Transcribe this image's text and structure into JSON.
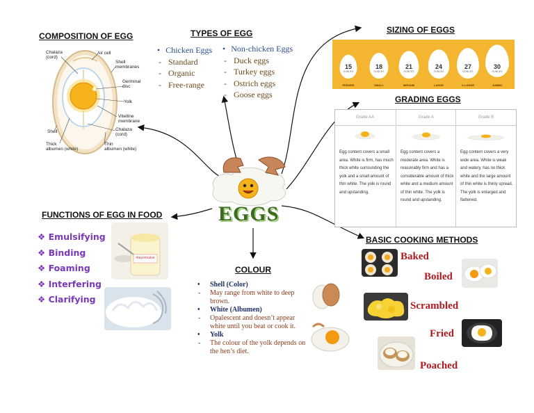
{
  "center": {
    "title": "EGGS"
  },
  "composition": {
    "heading": "COMPOSITION OF EGG",
    "labels": {
      "chalaza_top": "Chalaza\n(cord)",
      "air_cell": "Air cell",
      "shell_membranes": "Shell\nmembranes",
      "germinal_disc": "Germinal\ndisc",
      "yolk": "Yolk",
      "vitelline": "Vitelline\nmembrane",
      "shell": "Shell",
      "chalaza_bottom": "Chalaza\n(cord)",
      "thick_albumen": "Thick\nalbumen (white)",
      "thin_albumen": "Thin\nalbumen (white)"
    }
  },
  "types": {
    "heading": "TYPES OF EGG",
    "chicken": {
      "title": "Chicken Eggs",
      "items": [
        "Standard",
        "Organic",
        "Free-range"
      ]
    },
    "non_chicken": {
      "title": "Non-chicken Eggs",
      "items": [
        "Duck eggs",
        "Turkey eggs",
        "Ostrich eggs",
        "Goose eggs"
      ]
    }
  },
  "sizing": {
    "heading": "SIZING OF EGGS",
    "unit": "OUNCES",
    "sizes": [
      {
        "num": "15",
        "label": "PEEWEE",
        "scale": 0.78
      },
      {
        "num": "18",
        "label": "SMALL",
        "scale": 0.84
      },
      {
        "num": "21",
        "label": "MEDIUM",
        "scale": 0.9
      },
      {
        "num": "24",
        "label": "LARGE",
        "scale": 0.95
      },
      {
        "num": "27",
        "label": "X-LARGE",
        "scale": 1.0
      },
      {
        "num": "30",
        "label": "JUMBO",
        "scale": 1.06
      }
    ]
  },
  "grading": {
    "heading": "GRADING EGGS",
    "grades": [
      {
        "name": "Grade AA",
        "description": "Egg content covers a small area. White is firm, has much thick white surrounding the yolk and a small amount of thin white. The yolk is round and upstanding."
      },
      {
        "name": "Grade A",
        "description": "Egg content covers a moderate area. White is reasonably firm and has a considerable amount of thick white and a medium amount of thin white. The yolk is round and upstanding."
      },
      {
        "name": "Grade B",
        "description": "Egg content covers a very wide area. White is weak and watery, has no thick white and the large amount of thin white is thinly spread. The yolk is enlarged and flattened."
      }
    ]
  },
  "functions": {
    "heading": "FUNCTIONS OF EGG IN FOOD",
    "items": [
      "Emulsifying",
      "Binding",
      "Foaming",
      "Interfering",
      "Clarifying"
    ],
    "jar_label": "mayonnaise"
  },
  "colour": {
    "heading": "COLOUR",
    "items": [
      {
        "title": "Shell (Color)",
        "desc": "May range from white to deep brown."
      },
      {
        "title": "White (Albumen)",
        "desc": "Opalescent and doesn’t appear white until you beat or cook it."
      },
      {
        "title": "Yolk",
        "desc": "The colour of the yolk depends on the hen’s diet."
      }
    ]
  },
  "cooking": {
    "heading": "BASIC COOKING METHODS",
    "methods": [
      "Baked",
      "Boiled",
      "Scrambled",
      "Fried",
      "Poached"
    ]
  },
  "colors": {
    "yolk": "#f6b21b",
    "sizing_bg": "#f4b631",
    "cooking_red": "#b2181e",
    "functions_purple": "#7a37b8",
    "title_green": "#3a6b1f"
  }
}
